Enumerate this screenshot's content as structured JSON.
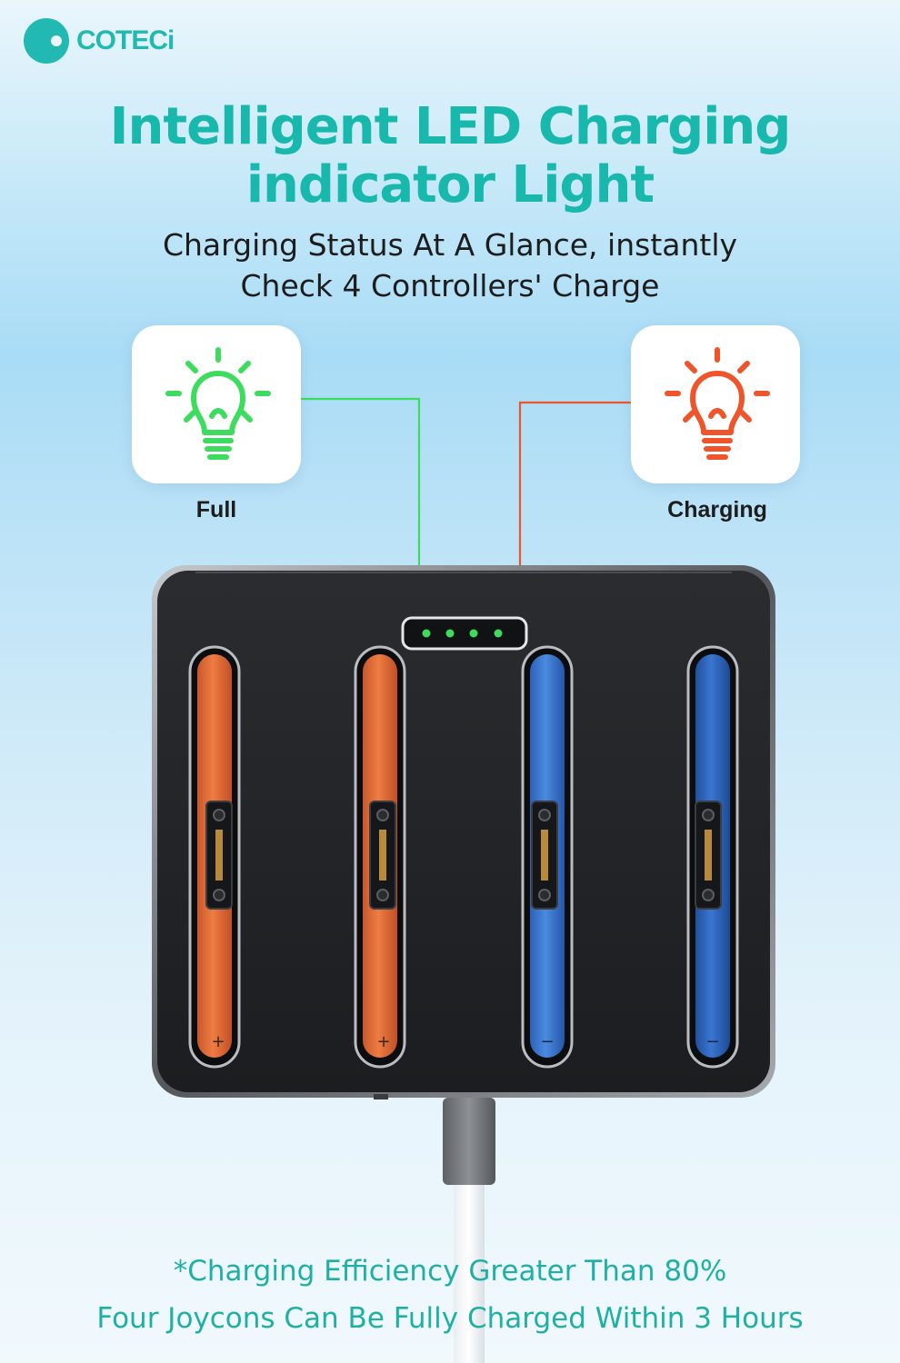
{
  "brand": {
    "name": "COTECi",
    "color": "#23b9b3"
  },
  "headline": {
    "line1": "Intelligent LED Charging",
    "line2": "indicator Light"
  },
  "subheadline": {
    "line1": "Charging Status At A Glance, instantly",
    "line2": "Check 4 Controllers' Charge"
  },
  "indicators": [
    {
      "label": "Full",
      "icon": "lightbulb-icon",
      "color": "#3ddc5f"
    },
    {
      "label": "Charging",
      "icon": "lightbulb-icon",
      "color": "#f0542a"
    }
  ],
  "dock": {
    "led_count": 4,
    "led_color": "#3ddc5f",
    "slots": [
      {
        "color": "#e8733d",
        "sign": "+"
      },
      {
        "color": "#e8733d",
        "sign": "+"
      },
      {
        "color": "#3d7fd8",
        "sign": "−"
      },
      {
        "color": "#2f6cc8",
        "sign": "−"
      }
    ]
  },
  "footer": {
    "line1": "*Charging Efficiency Greater Than 80%",
    "line2": "Four Joycons Can Be Fully Charged Within 3 Hours"
  }
}
